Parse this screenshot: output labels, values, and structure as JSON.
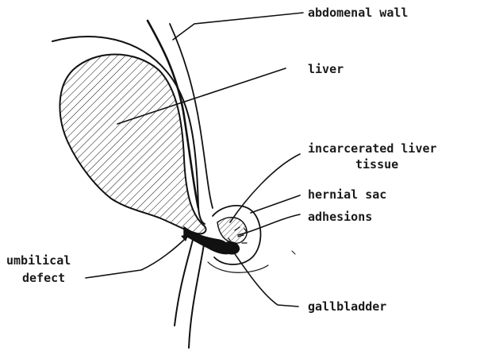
{
  "labels": {
    "abdominal_wall": "abdomenal wall",
    "liver": "liver",
    "incarcerated_line1": "incarcerated liver",
    "incarcerated_line2": "tissue",
    "hernial_sac": "hernial sac",
    "adhesions": "adhesions",
    "umbilical_line1": "umbilical",
    "umbilical_line2": "defect",
    "gallbladder": "gallbladder"
  },
  "colors": {
    "ink": "#111111",
    "background": "#ffffff"
  }
}
